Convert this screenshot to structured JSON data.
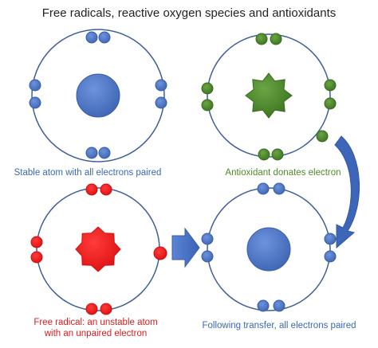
{
  "title": "Free radicals, reactive oxygen species and antioxidants",
  "captions": {
    "stable": "Stable atom with all electrons paired",
    "antioxidant": "Antioxidant donates electron",
    "free_radical_line1": "Free radical: an unstable atom",
    "free_radical_line2": "with an unpaired electron",
    "following": "Following transfer, all electrons paired"
  },
  "colors": {
    "blue_fill": "#4a74c8",
    "blue_stroke": "#3a5da8",
    "green_fill": "#4c8a2a",
    "green_stroke": "#3a6b20",
    "red_fill": "#ee1c1c",
    "ring": "#3e5f9a",
    "caption_blue": "#3c68b4",
    "caption_green": "#4e8b2b",
    "caption_red": "#d81e1e"
  }
}
